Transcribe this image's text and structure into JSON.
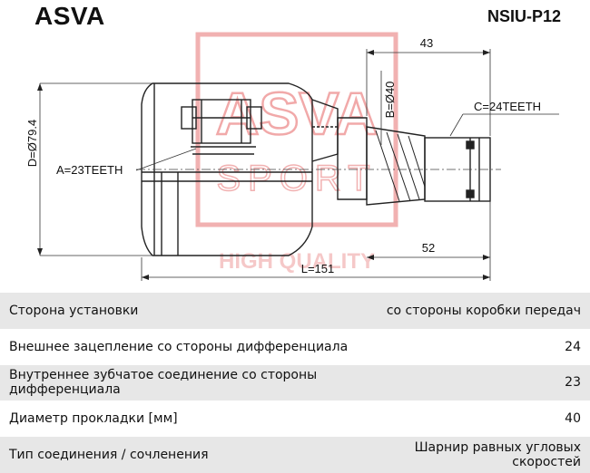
{
  "header": {
    "brand": "ASVA",
    "part_number": "NSIU-P12"
  },
  "watermark": {
    "letters": "ASVA",
    "sport": "SPORT",
    "tagline": "HIGH QUALITY",
    "color": "#e04848"
  },
  "drawing": {
    "dim_top": "43",
    "dim_b": "B=Ø40",
    "dim_d": "D=Ø79.4",
    "dim_a": "A=23TEETH",
    "dim_c": "C=24TEETH",
    "dim_right": "52",
    "dim_length": "L=151"
  },
  "specs": [
    {
      "label": "Сторона установки",
      "value": "со стороны коробки передач"
    },
    {
      "label": "Внешнее зацепление со стороны дифференциала",
      "value": "24"
    },
    {
      "label": "Внутреннее зубчатое соединение со стороны дифференциала",
      "value": "23"
    },
    {
      "label": "Диаметр прокладки [мм]",
      "value": "40"
    },
    {
      "label": "Тип соединения / сочленения",
      "value": "Шарнир равных угловых скоростей"
    }
  ]
}
